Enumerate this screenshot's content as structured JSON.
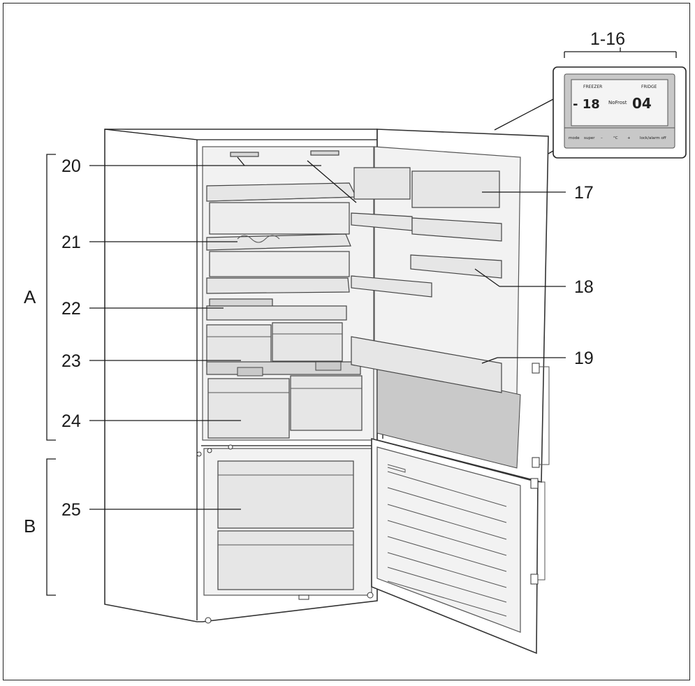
{
  "labels": {
    "range": "1-16",
    "n17": "17",
    "n18": "18",
    "n19": "19",
    "n20": "20",
    "n21": "21",
    "n22": "22",
    "n23": "23",
    "n24": "24",
    "n25": "25",
    "sectionA": "A",
    "sectionB": "B"
  },
  "display": {
    "freezer_label": "FREEZER",
    "fridge_label": "FRIDGE",
    "freezer_temp": "- 18",
    "fridge_temp": "04",
    "nofrost": "NoFrost",
    "buttons": [
      "mode",
      "super",
      "–",
      "°C",
      "+",
      "lock/alarm off"
    ]
  }
}
